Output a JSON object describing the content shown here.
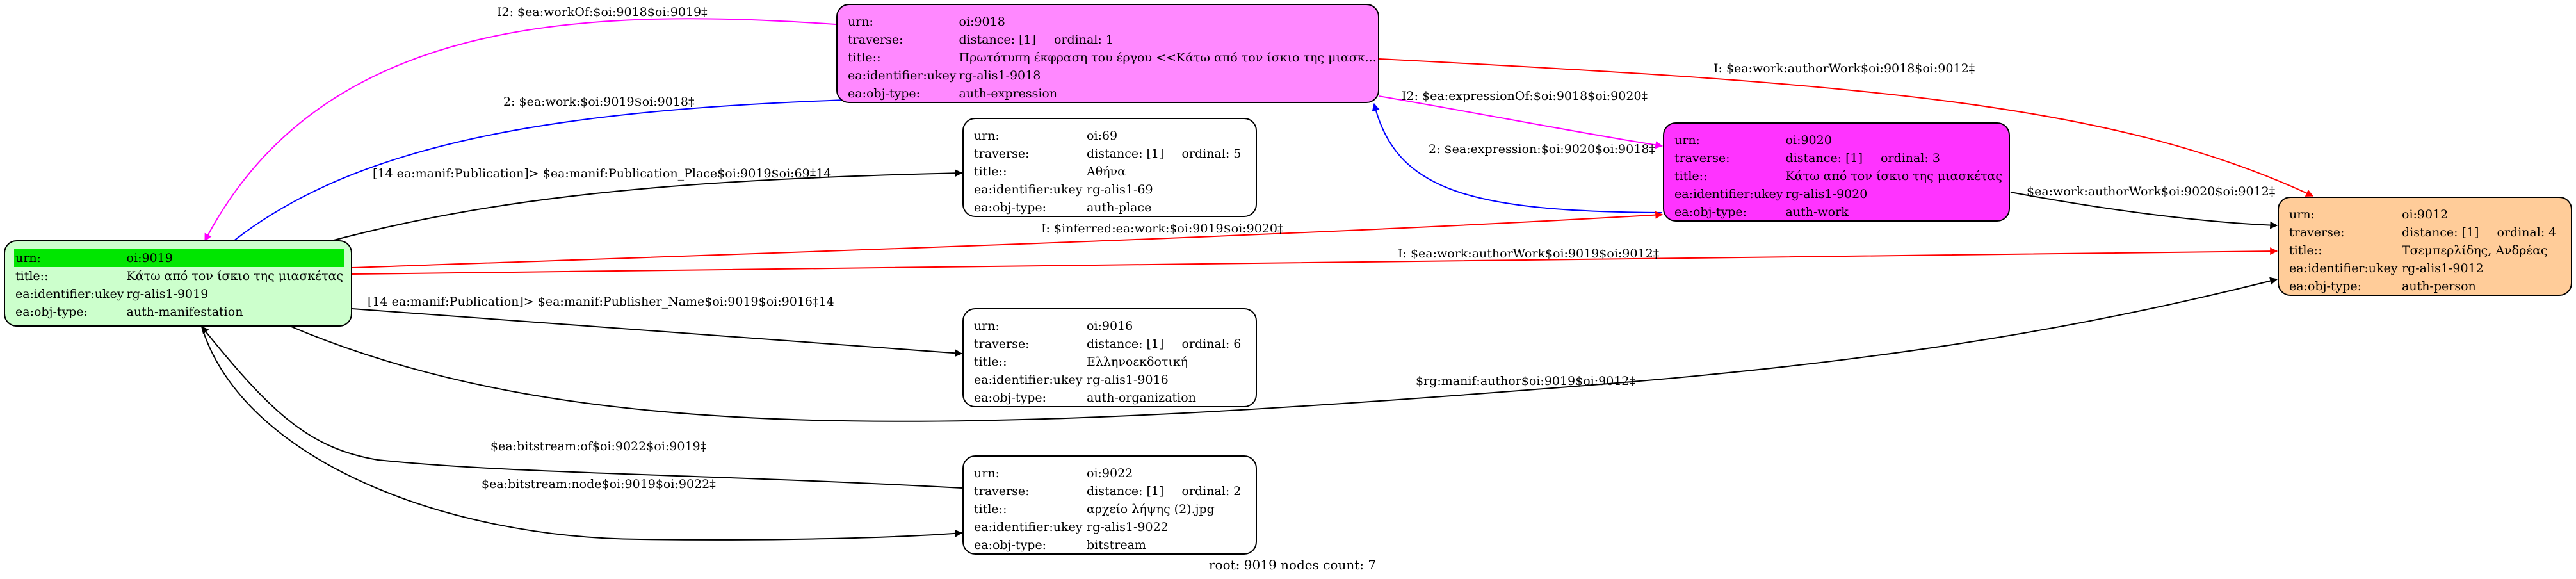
{
  "nodes": {
    "oi9019": {
      "color": "#ccffcc",
      "highlight": "#00e600",
      "rows": [
        {
          "key": "urn:",
          "val": "oi:9019"
        },
        {
          "key": "title::",
          "val": "Κάτω από τον ίσκιο της μιασκέτας"
        },
        {
          "key": "ea:identifier:ukey",
          "val": "rg-alis1-9019"
        },
        {
          "key": "ea:obj-type:",
          "val": "auth-manifestation"
        }
      ]
    },
    "oi9018": {
      "color": "#ff88ff",
      "urn": {
        "key": "urn:",
        "val": "oi:9018"
      },
      "traverse": {
        "key": "traverse:",
        "distance": "distance: [1]",
        "ordinal": "ordinal: 1"
      },
      "rows": [
        {
          "key": "title::",
          "val": "Πρωτότυπη έκφραση του έργου <<Κάτω από τον ίσκιο της μιασκ..."
        },
        {
          "key": "ea:identifier:ukey",
          "val": "rg-alis1-9018"
        },
        {
          "key": "ea:obj-type:",
          "val": "auth-expression"
        }
      ]
    },
    "oi9020": {
      "color": "#ff33ff",
      "urn": {
        "key": "urn:",
        "val": "oi:9020"
      },
      "traverse": {
        "key": "traverse:",
        "distance": "distance: [1]",
        "ordinal": "ordinal: 3"
      },
      "rows": [
        {
          "key": "title::",
          "val": "Κάτω από τον ίσκιο της μιασκέτας"
        },
        {
          "key": "ea:identifier:ukey",
          "val": "rg-alis1-9020"
        },
        {
          "key": "ea:obj-type:",
          "val": "auth-work"
        }
      ]
    },
    "oi9012": {
      "color": "#ffcc99",
      "urn": {
        "key": "urn:",
        "val": "oi:9012"
      },
      "traverse": {
        "key": "traverse:",
        "distance": "distance: [1]",
        "ordinal": "ordinal: 4"
      },
      "rows": [
        {
          "key": "title::",
          "val": "Τσεμπερλίδης, Ανδρέας"
        },
        {
          "key": "ea:identifier:ukey",
          "val": "rg-alis1-9012"
        },
        {
          "key": "ea:obj-type:",
          "val": "auth-person"
        }
      ]
    },
    "oi69": {
      "color": "#ffffff",
      "urn": {
        "key": "urn:",
        "val": "oi:69"
      },
      "traverse": {
        "key": "traverse:",
        "distance": "distance: [1]",
        "ordinal": "ordinal: 5"
      },
      "rows": [
        {
          "key": "title::",
          "val": "Αθήνα"
        },
        {
          "key": "ea:identifier:ukey",
          "val": "rg-alis1-69"
        },
        {
          "key": "ea:obj-type:",
          "val": "auth-place"
        }
      ]
    },
    "oi9016": {
      "color": "#ffffff",
      "urn": {
        "key": "urn:",
        "val": "oi:9016"
      },
      "traverse": {
        "key": "traverse:",
        "distance": "distance: [1]",
        "ordinal": "ordinal: 6"
      },
      "rows": [
        {
          "key": "title::",
          "val": "Ελληνοεκδοτική"
        },
        {
          "key": "ea:identifier:ukey",
          "val": "rg-alis1-9016"
        },
        {
          "key": "ea:obj-type:",
          "val": "auth-organization"
        }
      ]
    },
    "oi9022": {
      "color": "#ffffff",
      "urn": {
        "key": "urn:",
        "val": "oi:9022"
      },
      "traverse": {
        "key": "traverse:",
        "distance": "distance: [1]",
        "ordinal": "ordinal: 2"
      },
      "rows": [
        {
          "key": "title::",
          "val": "αρχείο λήψης (2).jpg"
        },
        {
          "key": "ea:identifier:ukey",
          "val": "rg-alis1-9022"
        },
        {
          "key": "ea:obj-type:",
          "val": "bitstream"
        }
      ]
    }
  },
  "edge_labels": {
    "workOf": "I2: $ea:workOf:$oi:9018$oi:9019‡",
    "work": "2: $ea:work:$oi:9019$oi:9018‡",
    "authorWork_9018": "I: $ea:work:authorWork$oi:9018$oi:9012‡",
    "expressionOf": "I2: $ea:expressionOf:$oi:9018$oi:9020‡",
    "expression": "2: $ea:expression:$oi:9020$oi:9018‡",
    "authorWork_9020": "$ea:work:authorWork$oi:9020$oi:9012‡",
    "publication_place": "[14 ea:manif:Publication]> $ea:manif:Publication_Place$oi:9019$oi:69‡14",
    "inferred_work": "I: $inferred:ea:work:$oi:9019$oi:9020‡",
    "authorWork_9019": "I: $ea:work:authorWork$oi:9019$oi:9012‡",
    "publisher_name": "[14 ea:manif:Publication]> $ea:manif:Publisher_Name$oi:9019$oi:9016‡14",
    "manif_author": "$rg:manif:author$oi:9019$oi:9012‡",
    "bitstream_of": "$ea:bitstream:of$oi:9022$oi:9019‡",
    "bitstream_node": "$ea:bitstream:node$oi:9019$oi:9022‡"
  },
  "edge_colors": {
    "red": "#ff0000",
    "blue": "#0000ff",
    "magenta": "#ff00ff",
    "black": "#000000"
  },
  "footer": "root: 9019 nodes count: 7"
}
